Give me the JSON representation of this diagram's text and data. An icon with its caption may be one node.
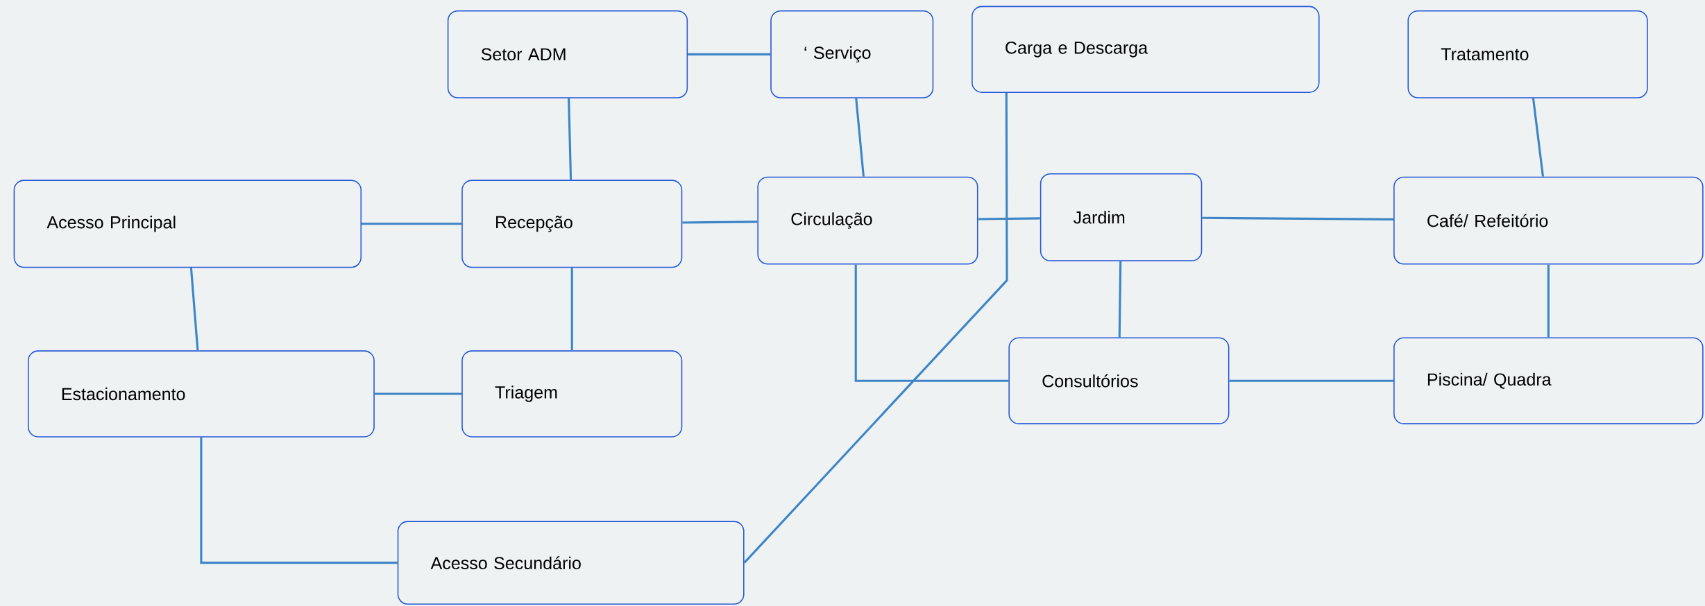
{
  "diagram": {
    "nodes": [
      {
        "text": [
          "Setor ADM"
        ]
      },
      {
        "text": [
          "‘ Serviço"
        ]
      },
      {
        "text": [
          "Carga e Descarga"
        ]
      },
      {
        "text": [
          "Tratamento"
        ]
      },
      {
        "text": [
          "Acesso Principal"
        ]
      },
      {
        "text": [
          "Recepção"
        ]
      },
      {
        "text": [
          "Circulação"
        ]
      },
      {
        "text": [
          "Jardim"
        ]
      },
      {
        "text": [
          "Café/ Refeitório"
        ]
      },
      {
        "text": [
          "Estacionamento"
        ]
      },
      {
        "text": [
          "Triagem"
        ]
      },
      {
        "text": [
          "Consultórios"
        ]
      },
      {
        "text": [
          "Piscina/ Quadra"
        ]
      },
      {
        "text": [
          "Acesso Secundário"
        ]
      }
    ],
    "edges": [
      {
        "from": 0,
        "to": 1,
        "arrow": "none"
      },
      {
        "from": 0,
        "to": 5,
        "arrow": "none"
      },
      {
        "from": 1,
        "to": 6,
        "arrow": "none"
      },
      {
        "from": 4,
        "to": 5,
        "arrow": "none"
      },
      {
        "from": 5,
        "to": 6,
        "arrow": "none"
      },
      {
        "from": 5,
        "to": 10,
        "arrow": "none"
      },
      {
        "from": 6,
        "to": 7,
        "arrow": "none"
      },
      {
        "from": 7,
        "to": 8,
        "arrow": "none"
      },
      {
        "from": 3,
        "to": 8,
        "arrow": "none"
      },
      {
        "from": 4,
        "to": 9,
        "arrow": "none"
      },
      {
        "from": 9,
        "to": 10,
        "arrow": "none"
      },
      {
        "from": 6,
        "to": 11,
        "arrow": "none"
      },
      {
        "from": 7,
        "to": 11,
        "arrow": "none"
      },
      {
        "from": 11,
        "to": 12,
        "arrow": "none"
      },
      {
        "from": 8,
        "to": 12,
        "arrow": "none"
      },
      {
        "from": 9,
        "to": 13,
        "arrow": "none"
      },
      {
        "from": 13,
        "to": 2,
        "arrow": "none"
      }
    ]
  }
}
